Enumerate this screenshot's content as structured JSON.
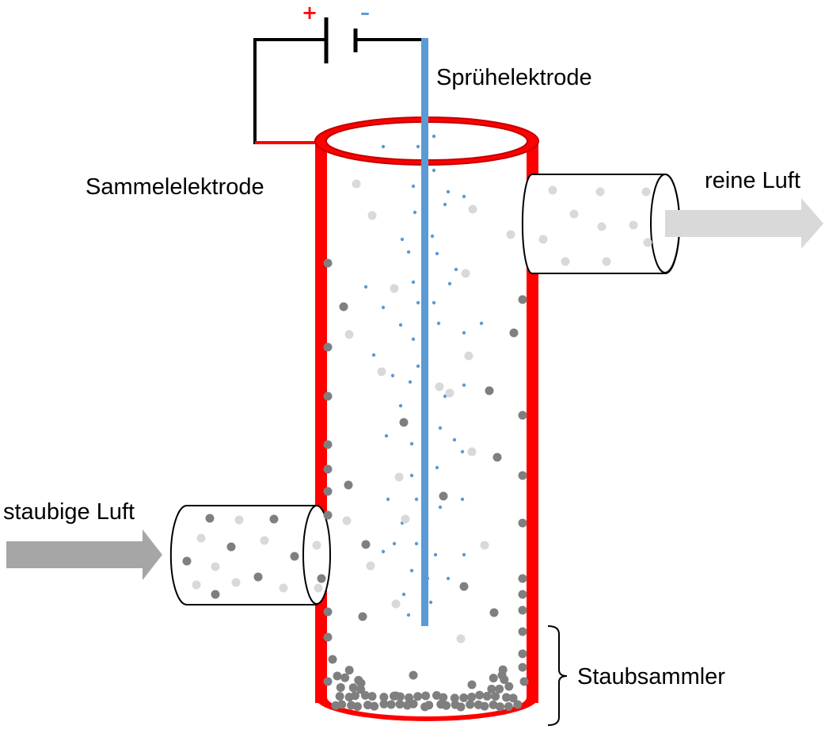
{
  "labels": {
    "plus": "+",
    "minus": "–",
    "spray_electrode": "Sprühelektrode",
    "collecting_electrode": "Sammelelektrode",
    "clean_air": "reine Luft",
    "dusty_air": "staubige Luft",
    "dust_collector": "Staubsammler"
  },
  "colors": {
    "collector": "#ff0000",
    "collector_dark": "#c00000",
    "spray": "#5b9bd5",
    "wire": "#000000",
    "plus": "#ff0000",
    "minus": "#5b9bd5",
    "dust_dark": "#7f7f7f",
    "dust_light": "#d9d9d9",
    "arrow_in": "#a6a6a6",
    "arrow_out": "#d9d9d9"
  }
}
